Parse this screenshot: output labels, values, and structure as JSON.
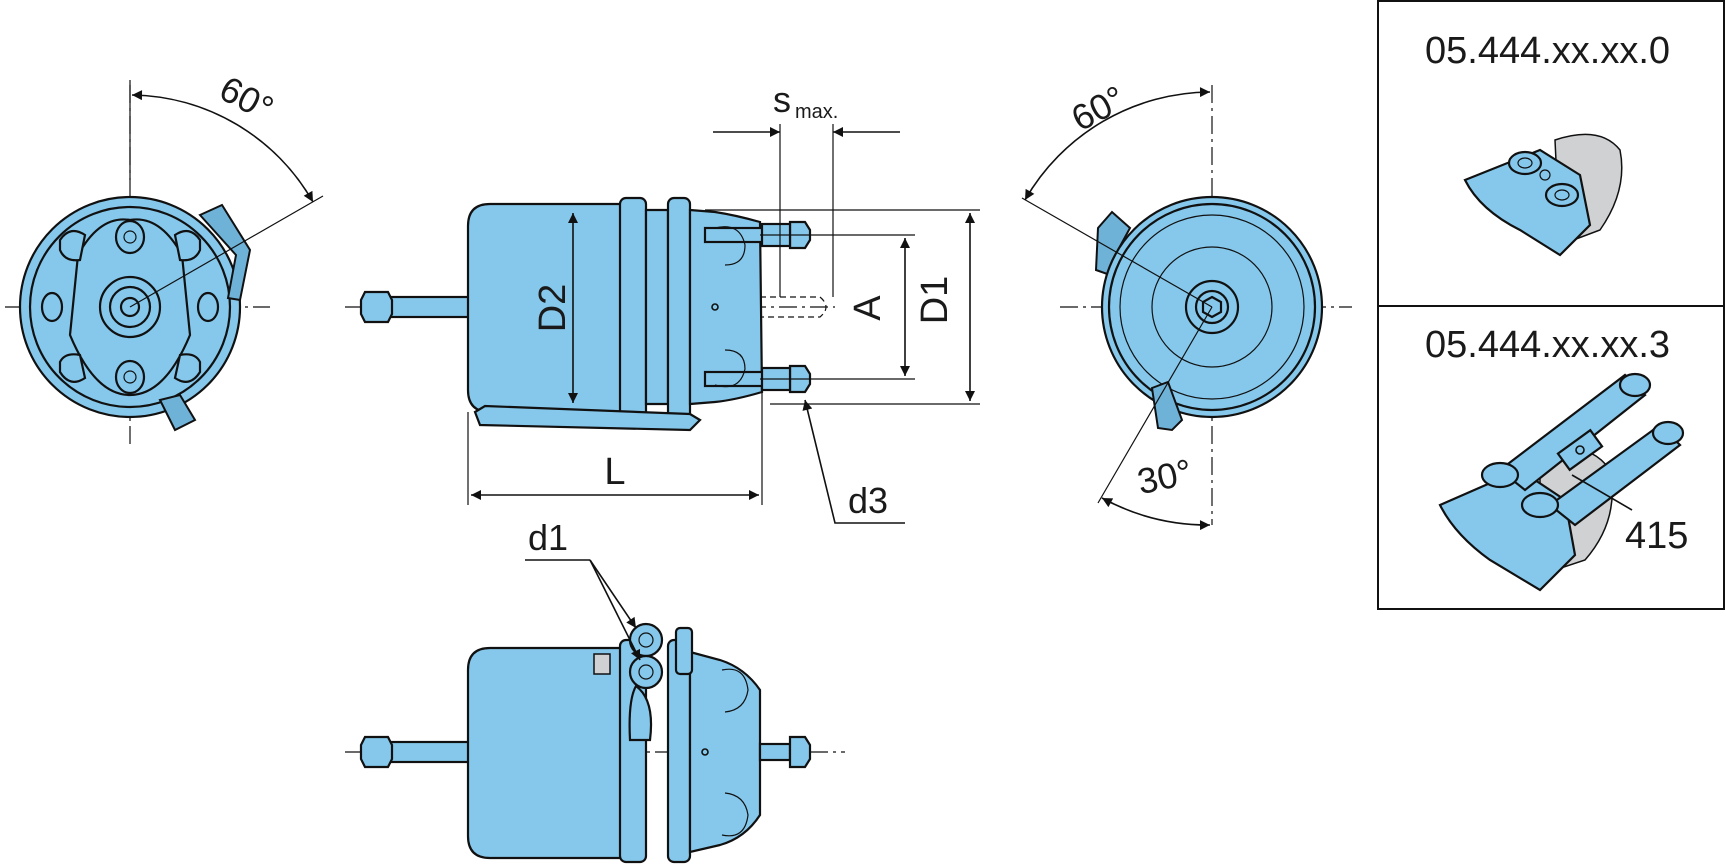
{
  "labels": {
    "angle_left": "60°",
    "angle_right_top": "60°",
    "angle_right_bottom": "30°",
    "s_max": "s",
    "s_max_sub": "max.",
    "dim_A": "A",
    "dim_D1": "D1",
    "dim_D2": "D2",
    "dim_L": "L",
    "dim_d3": "d3",
    "dim_d1": "d1"
  },
  "variants": [
    {
      "code": "05.444.xx.xx.0"
    },
    {
      "code": "05.444.xx.xx.3",
      "callout": "415"
    }
  ],
  "colors": {
    "body": "#85c8ec",
    "outline": "#111111",
    "detail_grey": "#cfd1d3"
  }
}
